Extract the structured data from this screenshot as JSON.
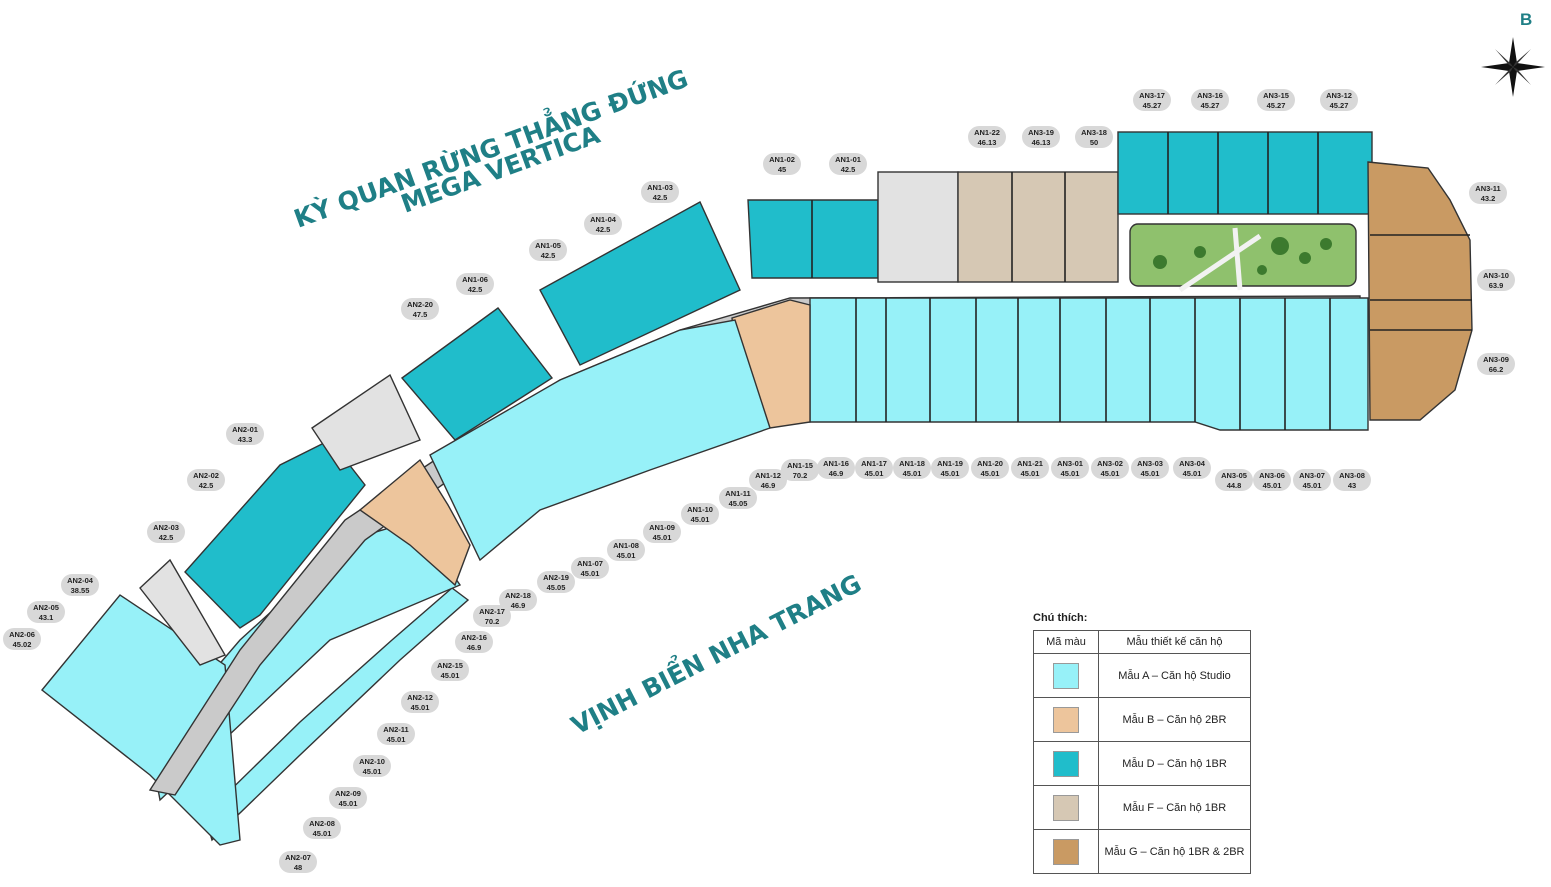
{
  "block_label": "B",
  "titles": {
    "north_line1": "KỲ QUAN RỪNG THẲNG ĐỨNG",
    "north_line2": "MEGA VERTICA",
    "south": "VỊNH BIỂN NHA TRANG"
  },
  "legend": {
    "title": "Chú thích:",
    "col_color": "Mã màu",
    "col_design": "Mẫu thiết kế căn hộ",
    "rows": [
      {
        "color": "#97F1F8",
        "label": "Mẫu A – Căn hộ Studio"
      },
      {
        "color": "#EDC59C",
        "label": "Mẫu B – Căn hộ 2BR"
      },
      {
        "color": "#20BDCB",
        "label": "Mẫu D – Căn hộ 1BR"
      },
      {
        "color": "#D6C8B4",
        "label": "Mẫu F – Căn hộ 1BR"
      },
      {
        "color": "#C99A63",
        "label": "Mẫu G – Căn hộ 1BR & 2BR"
      }
    ]
  },
  "colors": {
    "corridor": "#CACACA",
    "outline": "#333333",
    "garden": "#8FC16D",
    "title": "#1F7F86"
  },
  "units": [
    {
      "code": "AN1-03",
      "area": "42.5"
    },
    {
      "code": "AN1-04",
      "area": "42.5"
    },
    {
      "code": "AN1-05",
      "area": "42.5"
    },
    {
      "code": "AN1-06",
      "area": "42.5"
    },
    {
      "code": "AN2-20",
      "area": "47.5"
    },
    {
      "code": "AN2-01",
      "area": "43.3"
    },
    {
      "code": "AN2-02",
      "area": "42.5"
    },
    {
      "code": "AN2-03",
      "area": "42.5"
    },
    {
      "code": "AN2-04",
      "area": "38.55"
    },
    {
      "code": "AN2-05",
      "area": "43.1"
    },
    {
      "code": "AN2-06",
      "area": "45.02"
    },
    {
      "code": "AN1-02",
      "area": "45"
    },
    {
      "code": "AN1-01",
      "area": "42.5"
    },
    {
      "code": "AN1-22",
      "area": "46.13"
    },
    {
      "code": "AN3-19",
      "area": "46.13"
    },
    {
      "code": "AN3-18",
      "area": "50"
    },
    {
      "code": "AN3-17",
      "area": "45.27"
    },
    {
      "code": "AN3-16",
      "area": "45.27"
    },
    {
      "code": "AN3-15",
      "area": "45.27"
    },
    {
      "code": "AN3-12",
      "area": "45.27"
    },
    {
      "code": "AN3-11",
      "area": "43.2"
    },
    {
      "code": "AN3-10",
      "area": "63.9"
    },
    {
      "code": "AN3-09",
      "area": "66.2"
    },
    {
      "code": "AN1-12",
      "area": "46.9"
    },
    {
      "code": "AN1-15",
      "area": "70.2"
    },
    {
      "code": "AN1-16",
      "area": "46.9"
    },
    {
      "code": "AN1-17",
      "area": "45.01"
    },
    {
      "code": "AN1-18",
      "area": "45.01"
    },
    {
      "code": "AN1-19",
      "area": "45.01"
    },
    {
      "code": "AN1-20",
      "area": "45.01"
    },
    {
      "code": "AN1-21",
      "area": "45.01"
    },
    {
      "code": "AN3-01",
      "area": "45.01"
    },
    {
      "code": "AN3-02",
      "area": "45.01"
    },
    {
      "code": "AN3-03",
      "area": "45.01"
    },
    {
      "code": "AN3-04",
      "area": "45.01"
    },
    {
      "code": "AN3-05",
      "area": "44.8"
    },
    {
      "code": "AN3-06",
      "area": "45.01"
    },
    {
      "code": "AN3-07",
      "area": "45.01"
    },
    {
      "code": "AN3-08",
      "area": "43"
    },
    {
      "code": "AN1-11",
      "area": "45.05"
    },
    {
      "code": "AN1-10",
      "area": "45.01"
    },
    {
      "code": "AN1-09",
      "area": "45.01"
    },
    {
      "code": "AN1-08",
      "area": "45.01"
    },
    {
      "code": "AN1-07",
      "area": "45.01"
    },
    {
      "code": "AN2-19",
      "area": "45.05"
    },
    {
      "code": "AN2-18",
      "area": "46.9"
    },
    {
      "code": "AN2-17",
      "area": "70.2"
    },
    {
      "code": "AN2-16",
      "area": "46.9"
    },
    {
      "code": "AN2-15",
      "area": "45.01"
    },
    {
      "code": "AN2-12",
      "area": "45.01"
    },
    {
      "code": "AN2-11",
      "area": "45.01"
    },
    {
      "code": "AN2-10",
      "area": "45.01"
    },
    {
      "code": "AN2-09",
      "area": "45.01"
    },
    {
      "code": "AN2-08",
      "area": "45.01"
    },
    {
      "code": "AN2-07",
      "area": "48"
    }
  ]
}
